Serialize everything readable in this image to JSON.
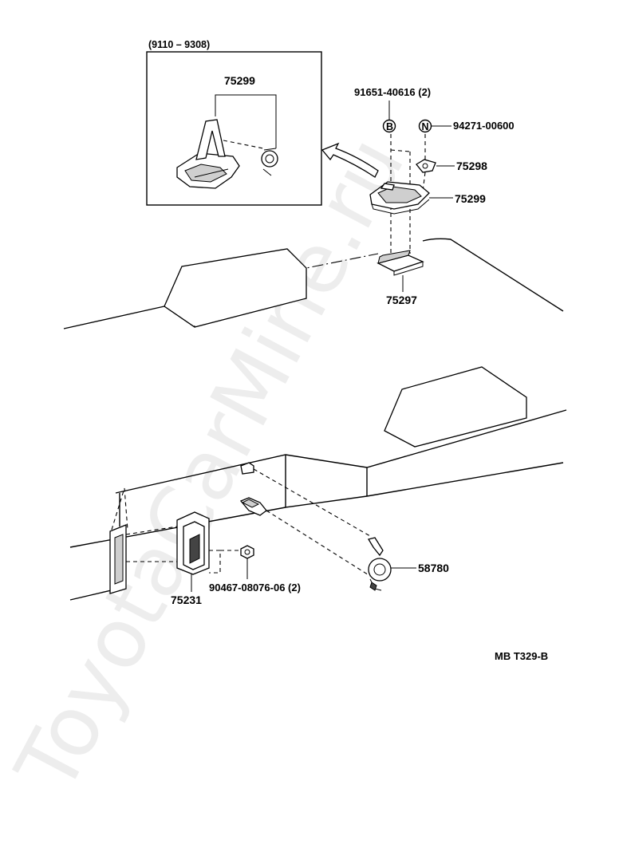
{
  "watermark": "ToyotaCarMine.ru",
  "inset": {
    "date_range": "(9110 – 9308)",
    "part_label": "75299"
  },
  "labels": {
    "bolt_code": "91651-40616 (2)",
    "nut_code": "94271-00600",
    "p75298": "75298",
    "p75299": "75299",
    "p75297": "75297",
    "p58780": "58780",
    "p75231": "75231",
    "screw_code": "90467-08076-06 (2)"
  },
  "symbols": {
    "bolt_marker": "B",
    "nut_marker": "N"
  },
  "diagram_ref": "MB T329-B"
}
